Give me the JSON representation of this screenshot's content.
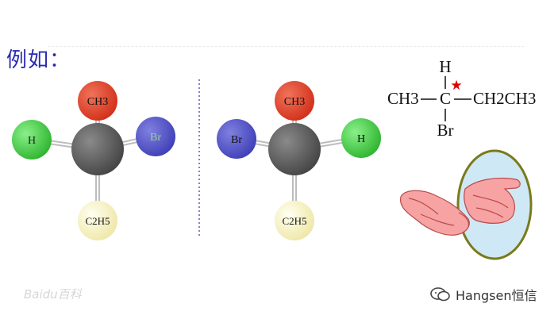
{
  "title": "例如：",
  "molecule_left": {
    "top": "CH3",
    "left": "H",
    "right": "Br",
    "bottom": "C2H5"
  },
  "molecule_right": {
    "top": "CH3",
    "left": "Br",
    "right": "H",
    "bottom": "C2H5"
  },
  "formula": {
    "top": "H",
    "left": "CH3",
    "center": "C",
    "right": "CH2CH3",
    "bottom": "Br",
    "star": "★"
  },
  "watermark": "Baidu百科",
  "brand": "Hangsen恒信",
  "colors": {
    "carbon": "#5c5c5c",
    "ch3": "#e23a1c",
    "h": "#3ec83e",
    "br": "#5555cc",
    "c2h5": "#fbf6c9",
    "title": "#2b2bb0",
    "mirror_fill": "#cfe8f6",
    "mirror_border": "#7a7a1a",
    "hand": "#f7a3a3",
    "star": "#dd0000"
  }
}
